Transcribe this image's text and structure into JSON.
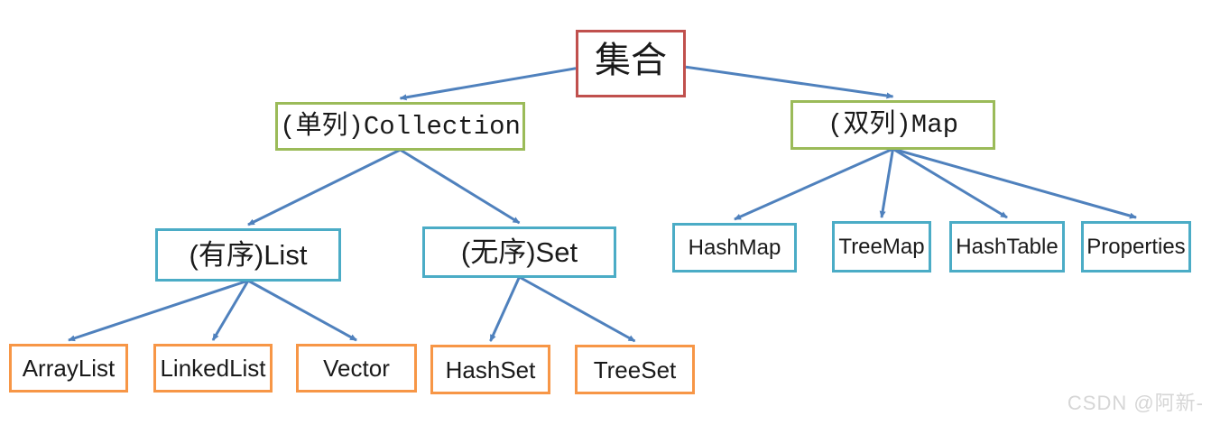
{
  "nodes": {
    "root": {
      "label": "集合",
      "border_color": "#C0504D"
    },
    "collection": {
      "label": "(单列)Collection",
      "border_color": "#9BBB59"
    },
    "map": {
      "label": "(双列)Map",
      "border_color": "#9BBB59"
    },
    "list": {
      "label": "(有序)List",
      "border_color": "#4BACC6"
    },
    "set": {
      "label": "(无序)Set",
      "border_color": "#4BACC6"
    },
    "hashmap": {
      "label": "HashMap",
      "border_color": "#4BACC6"
    },
    "treemap": {
      "label": "TreeMap",
      "border_color": "#4BACC6"
    },
    "hashtable": {
      "label": "HashTable",
      "border_color": "#4BACC6"
    },
    "properties": {
      "label": "Properties",
      "border_color": "#4BACC6"
    },
    "arraylist": {
      "label": "ArrayList",
      "border_color": "#F79646"
    },
    "linkedlist": {
      "label": "LinkedList",
      "border_color": "#F79646"
    },
    "vector": {
      "label": "Vector",
      "border_color": "#F79646"
    },
    "hashset": {
      "label": "HashSet",
      "border_color": "#F79646"
    },
    "treeset": {
      "label": "TreeSet",
      "border_color": "#F79646"
    }
  },
  "edges": [
    {
      "from": "root",
      "to": "collection",
      "fromAnchor": "left"
    },
    {
      "from": "root",
      "to": "map",
      "fromAnchor": "right"
    },
    {
      "from": "collection",
      "to": "list",
      "fromAnchor": "bottom"
    },
    {
      "from": "collection",
      "to": "set",
      "fromAnchor": "bottom"
    },
    {
      "from": "list",
      "to": "arraylist",
      "fromAnchor": "bottom"
    },
    {
      "from": "list",
      "to": "linkedlist",
      "fromAnchor": "bottom"
    },
    {
      "from": "list",
      "to": "vector",
      "fromAnchor": "bottom"
    },
    {
      "from": "set",
      "to": "hashset",
      "fromAnchor": "bottom"
    },
    {
      "from": "set",
      "to": "treeset",
      "fromAnchor": "bottom"
    },
    {
      "from": "map",
      "to": "hashmap",
      "fromAnchor": "bottom"
    },
    {
      "from": "map",
      "to": "treemap",
      "fromAnchor": "bottom"
    },
    {
      "from": "map",
      "to": "hashtable",
      "fromAnchor": "bottom"
    },
    {
      "from": "map",
      "to": "properties",
      "fromAnchor": "bottom"
    }
  ],
  "arrow_color": "#4F81BD",
  "watermark": {
    "text": "CSDN @阿新-",
    "color": "#d6d6d6"
  }
}
